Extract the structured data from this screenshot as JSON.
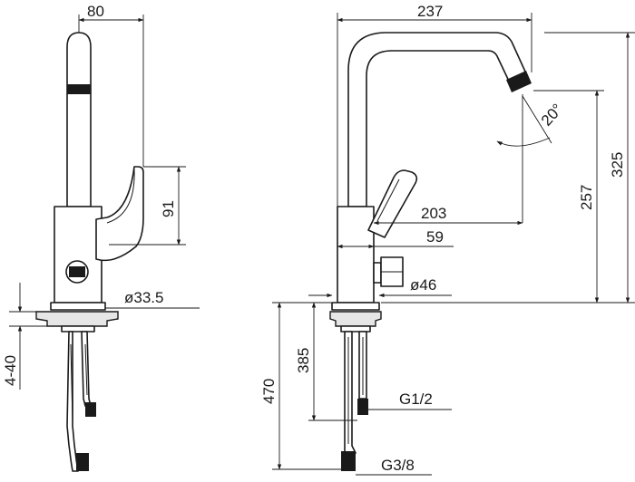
{
  "dimensions": {
    "side_width": "80",
    "lever_height": "91",
    "base_diameter_side": "ø33.5",
    "deck_thickness": "4-40",
    "total_width": "237",
    "spout_angle": "20°",
    "reach": "203",
    "outlet_height": "257",
    "total_height": "325",
    "inlet_offset": "59",
    "base_diameter_front": "ø46",
    "hose_short": "385",
    "hose_long": "470",
    "connection_half": "G1/2",
    "connection_three_eighths": "G3/8"
  }
}
